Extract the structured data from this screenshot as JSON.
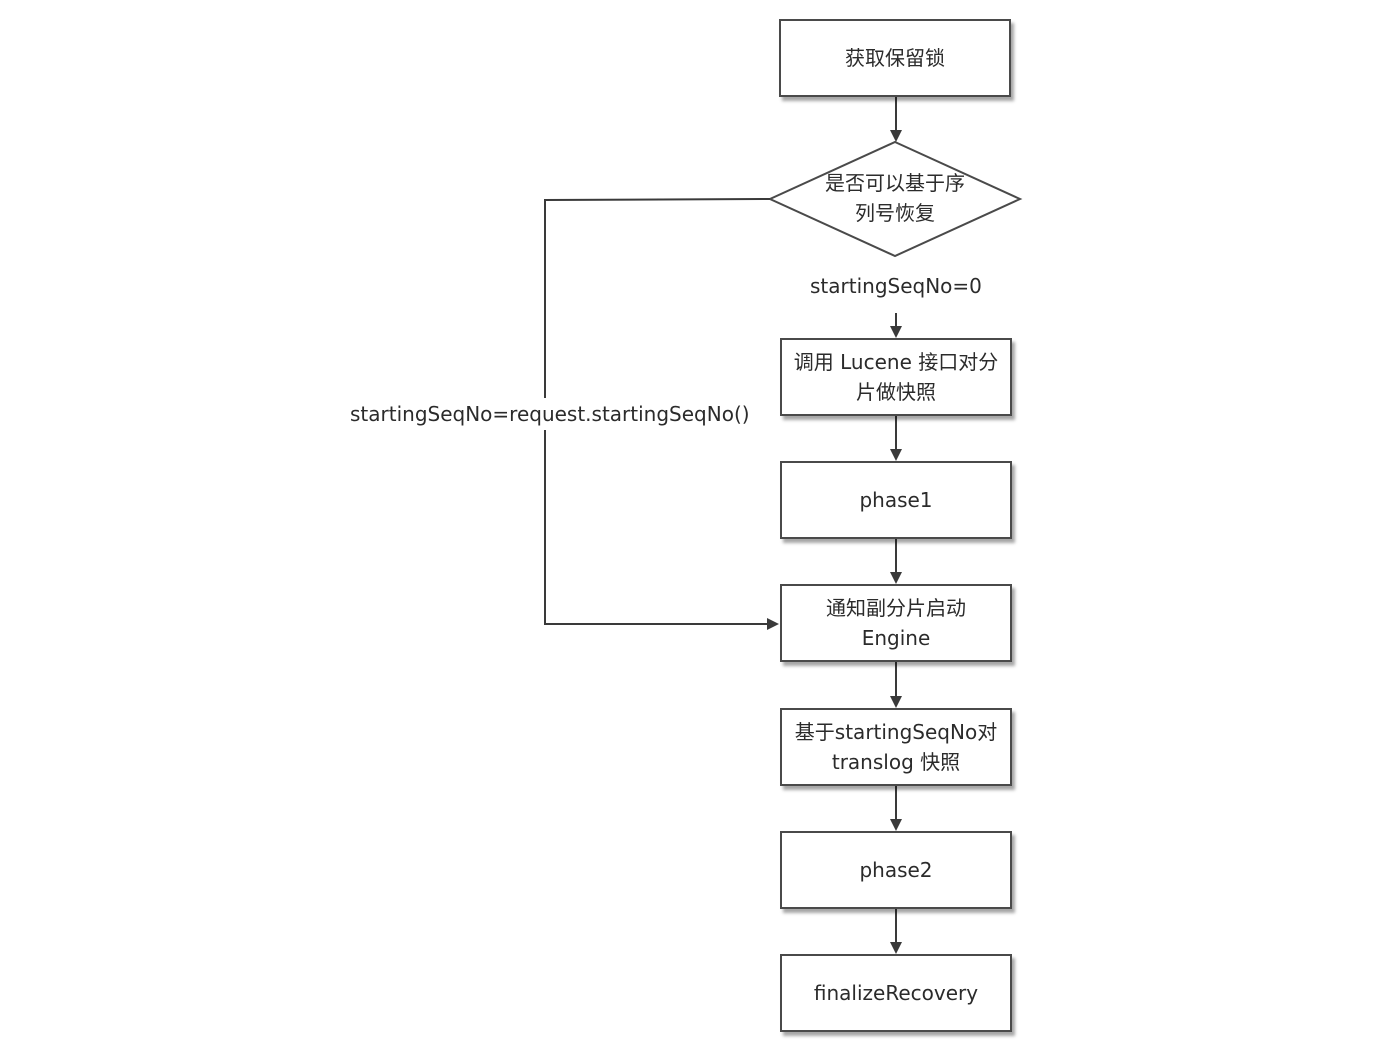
{
  "diagram": {
    "nodes": {
      "acquire_lock": "获取保留锁",
      "decision": "是否可以基于序\n列号恢复",
      "lucene_snapshot": "调用 Lucene 接口对分\n片做快照",
      "phase1": "phase1",
      "notify_engine": "通知副分片启动\nEngine",
      "translog_snapshot": "基于startingSeqNo对\ntranslog 快照",
      "phase2": "phase2",
      "finalize": "finalizeRecovery"
    },
    "edge_labels": {
      "no_branch": "startingSeqNo=0",
      "yes_branch": "startingSeqNo=request.startingSeqNo()"
    }
  }
}
